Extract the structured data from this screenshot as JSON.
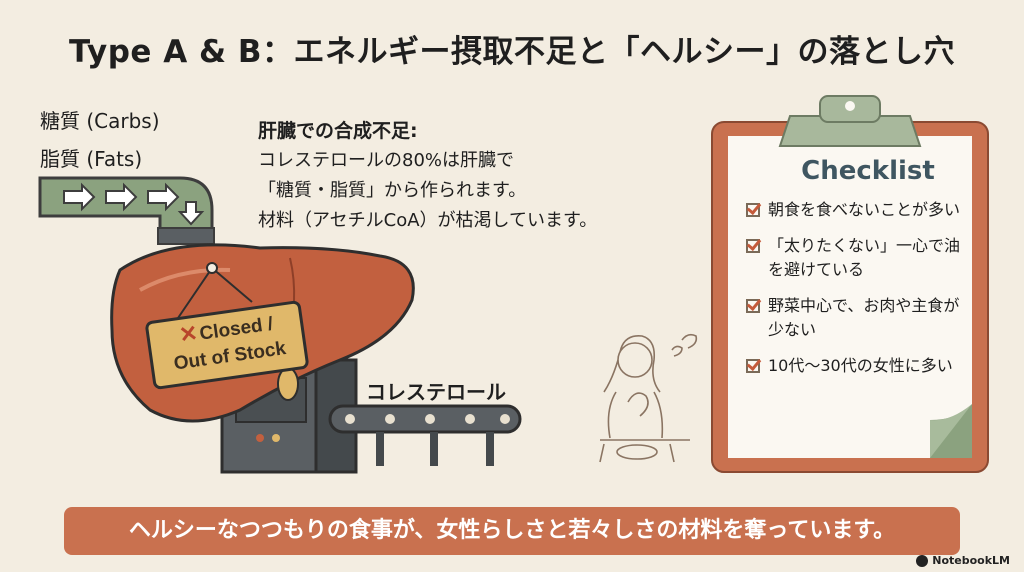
{
  "title": "Type A & B：エネルギー摂取不足と「ヘルシー」の落とし穴",
  "inputs": {
    "carbs": "糖質 (Carbs)",
    "fats": "脂質 (Fats)"
  },
  "liver_info": {
    "heading": "肝臓での合成不足:",
    "lines": [
      "コレステロールの80%は肝臓で",
      "「糖質・脂質」から作られます。",
      "材料（アセチルCoA）が枯渇しています。"
    ]
  },
  "sign": {
    "line1": "Closed /",
    "line2": "Out of Stock"
  },
  "conveyor_label": "コレステロール",
  "checklist": {
    "title": "Checklist",
    "items": [
      "朝食を食べないことが多い",
      "「太りたくない」一心で油を避けている",
      "野菜中心で、お肉や主食が少ない",
      "10代〜30代の女性に多い"
    ]
  },
  "banner": "ヘルシーなつつもりの食事が、女性らしさと若々しさの材料を奪っています。",
  "brand": "NotebookLM",
  "colors": {
    "background": "#f3ede1",
    "pipe": "#8ba27f",
    "liver": "#c2603f",
    "clipboard_border": "#c9714f",
    "banner": "#c9714f",
    "checklist_title": "#3f5661"
  },
  "icons": [
    "arrow-right-icon",
    "arrow-down-icon",
    "x-mark-icon",
    "checkbox-checked-icon",
    "clip-icon",
    "woman-illustration",
    "empty-plate-icon"
  ]
}
